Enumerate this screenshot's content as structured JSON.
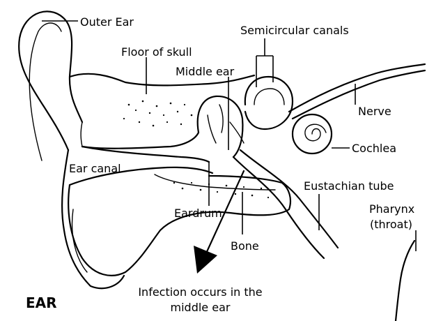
{
  "title": "EAR",
  "labels": {
    "outer_ear": "Outer Ear",
    "semicircular_canals": "Semicircular canals",
    "floor_of_skull": "Floor of skull",
    "middle_ear": "Middle ear",
    "nerve": "Nerve",
    "cochlea": "Cochlea",
    "ear_canal": "Ear canal",
    "eustachian_tube": "Eustachian tube",
    "pharynx_line1": "Pharynx",
    "pharynx_line2": "(throat)",
    "eardrum": "Eardrum",
    "bone": "Bone",
    "infection_line1": "Infection occurs in the",
    "infection_line2": "middle ear"
  }
}
